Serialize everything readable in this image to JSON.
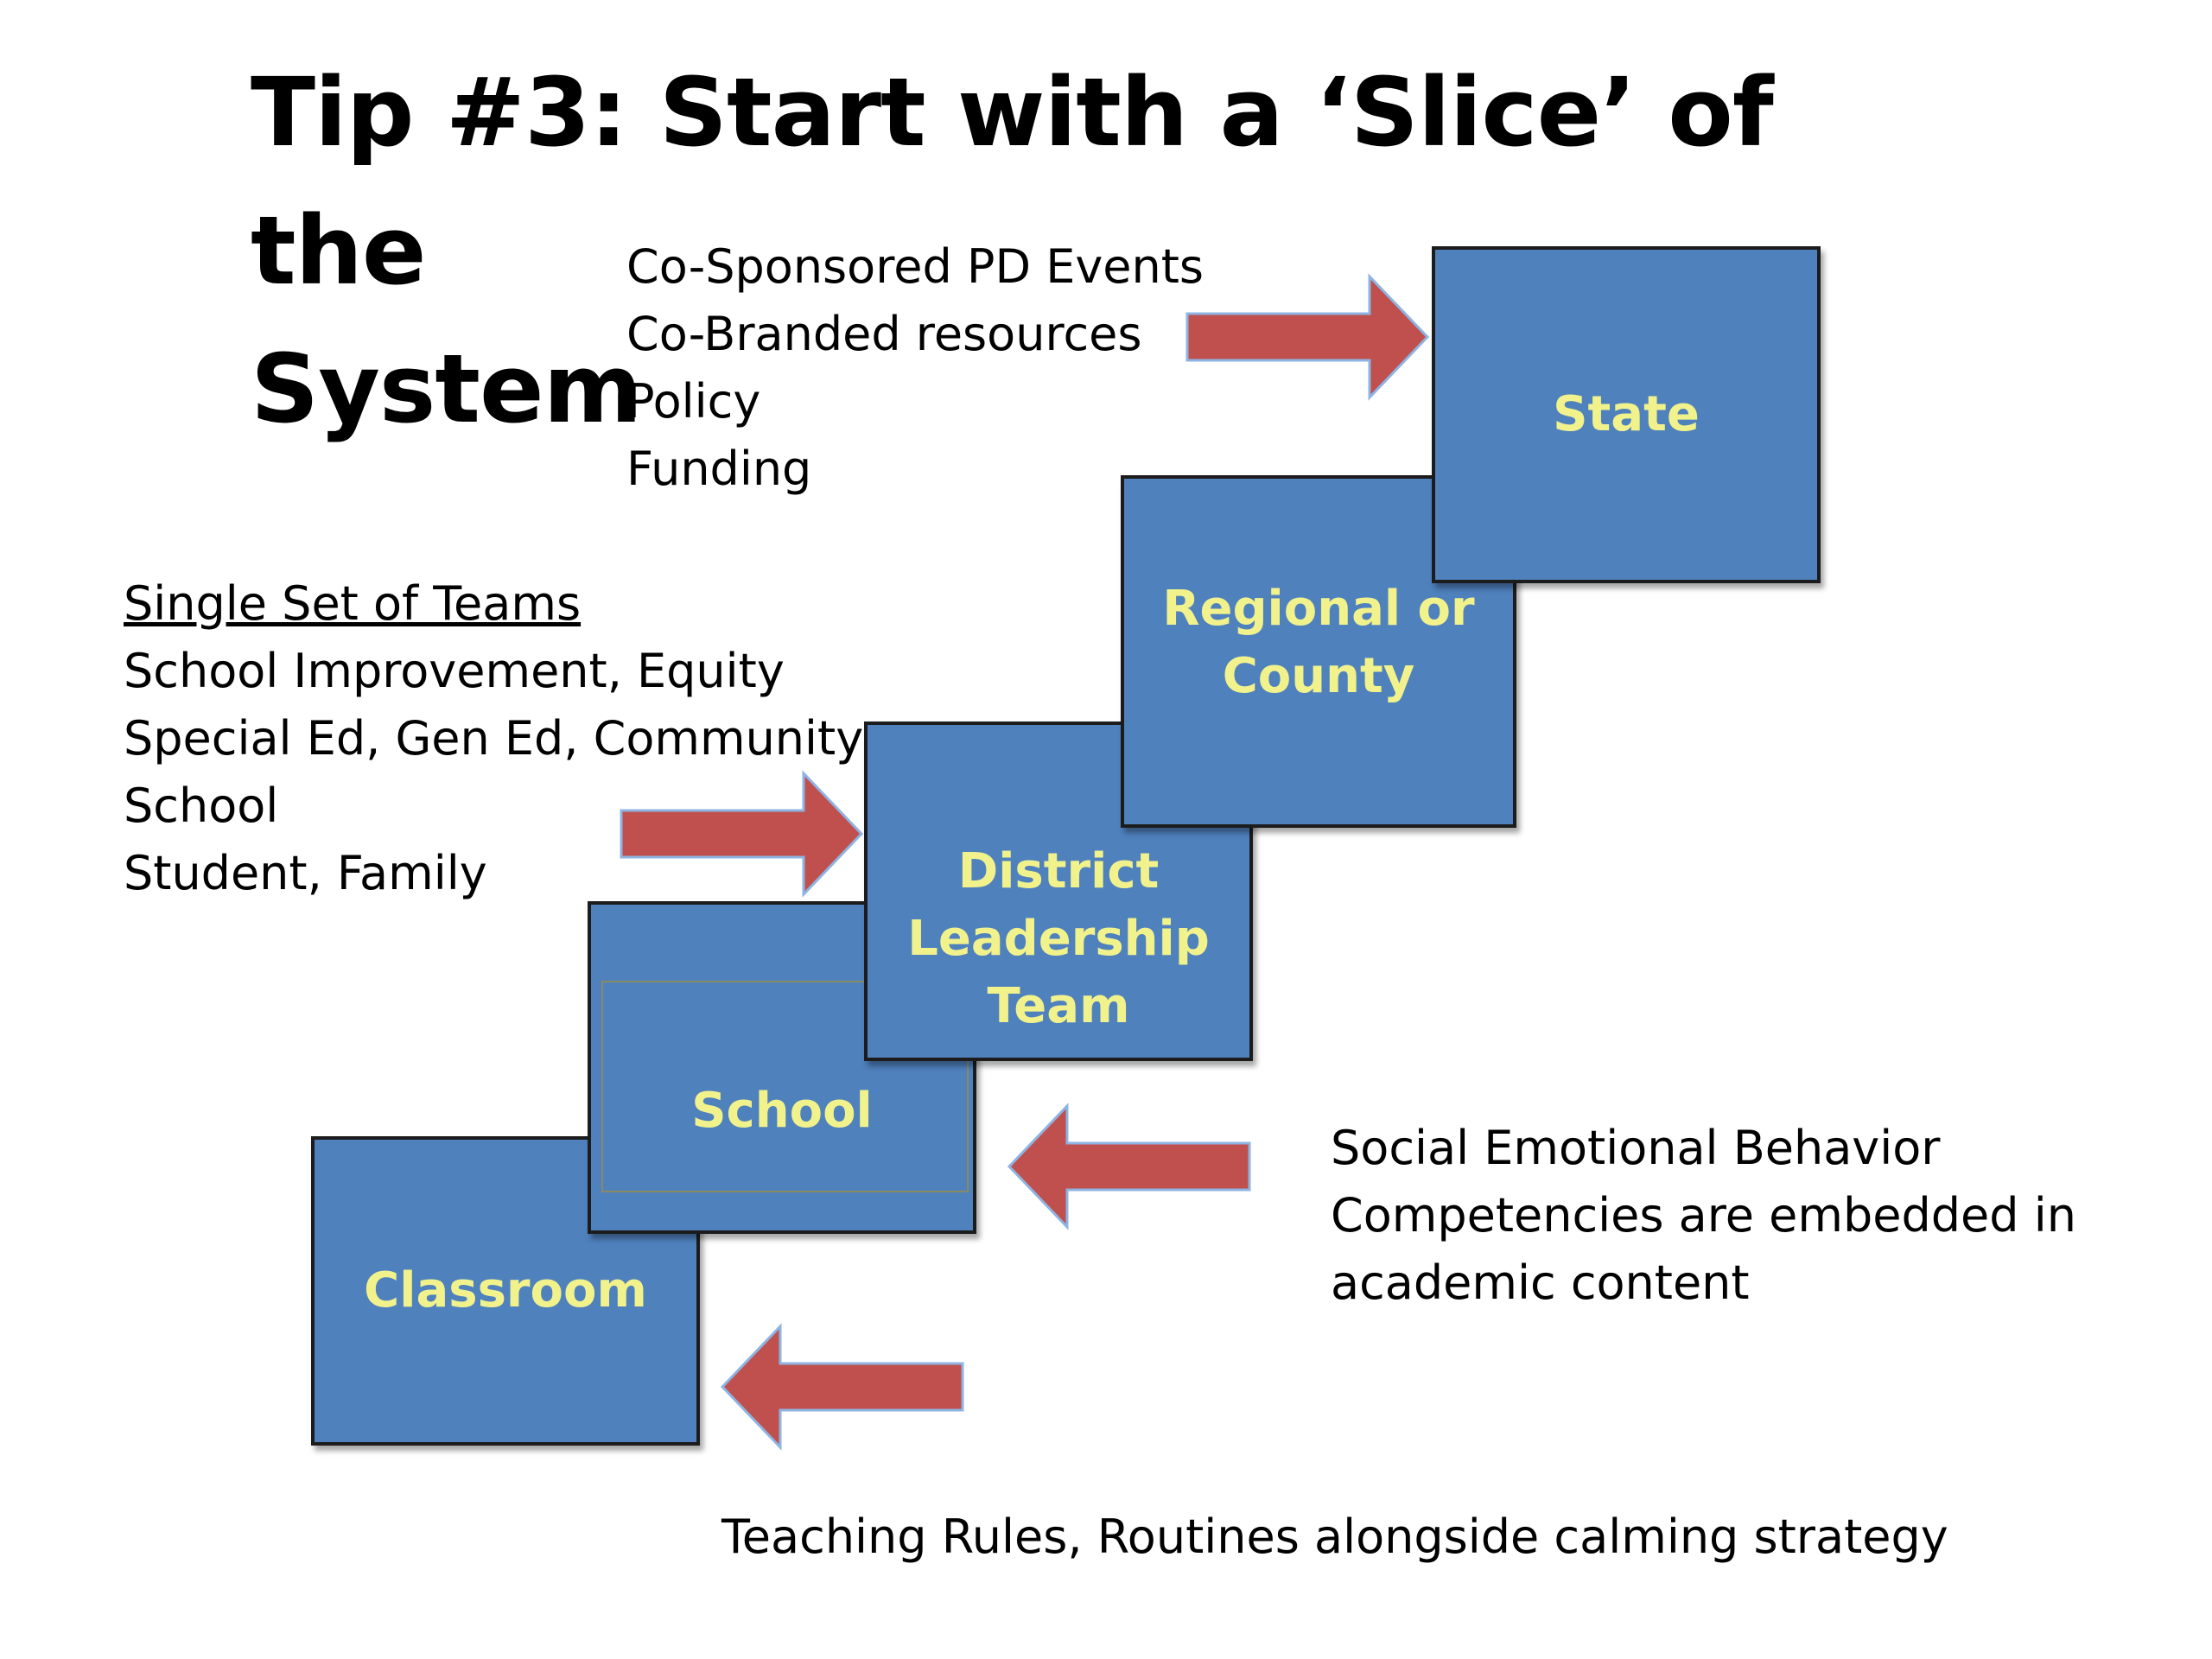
{
  "title": {
    "line1": "Tip #3: Start with a ‘Slice’ of the",
    "line2": "System"
  },
  "levels": {
    "classroom": "Classroom",
    "school": "School",
    "district": [
      "District",
      "Leadership",
      "Team"
    ],
    "regional": [
      "Regional or",
      "County"
    ],
    "state": "State"
  },
  "state_notes": [
    "Co-Sponsored PD Events",
    "Co-Branded resources",
    "Policy",
    "Funding"
  ],
  "district_notes": {
    "heading": "Single Set of Teams",
    "lines": [
      "School Improvement, Equity",
      "Special Ed, Gen Ed, Community,",
      "School",
      "Student, Family"
    ]
  },
  "school_note": [
    "Social Emotional Behavior",
    "Competencies are embedded in",
    "academic content"
  ],
  "classroom_note": "Teaching Rules, Routines alongside calming strategy",
  "colors": {
    "box_fill": "#4F81BD",
    "box_label": "#F2F28C",
    "arrow_fill": "#C0504D",
    "arrow_stroke": "#8EB4E3"
  }
}
